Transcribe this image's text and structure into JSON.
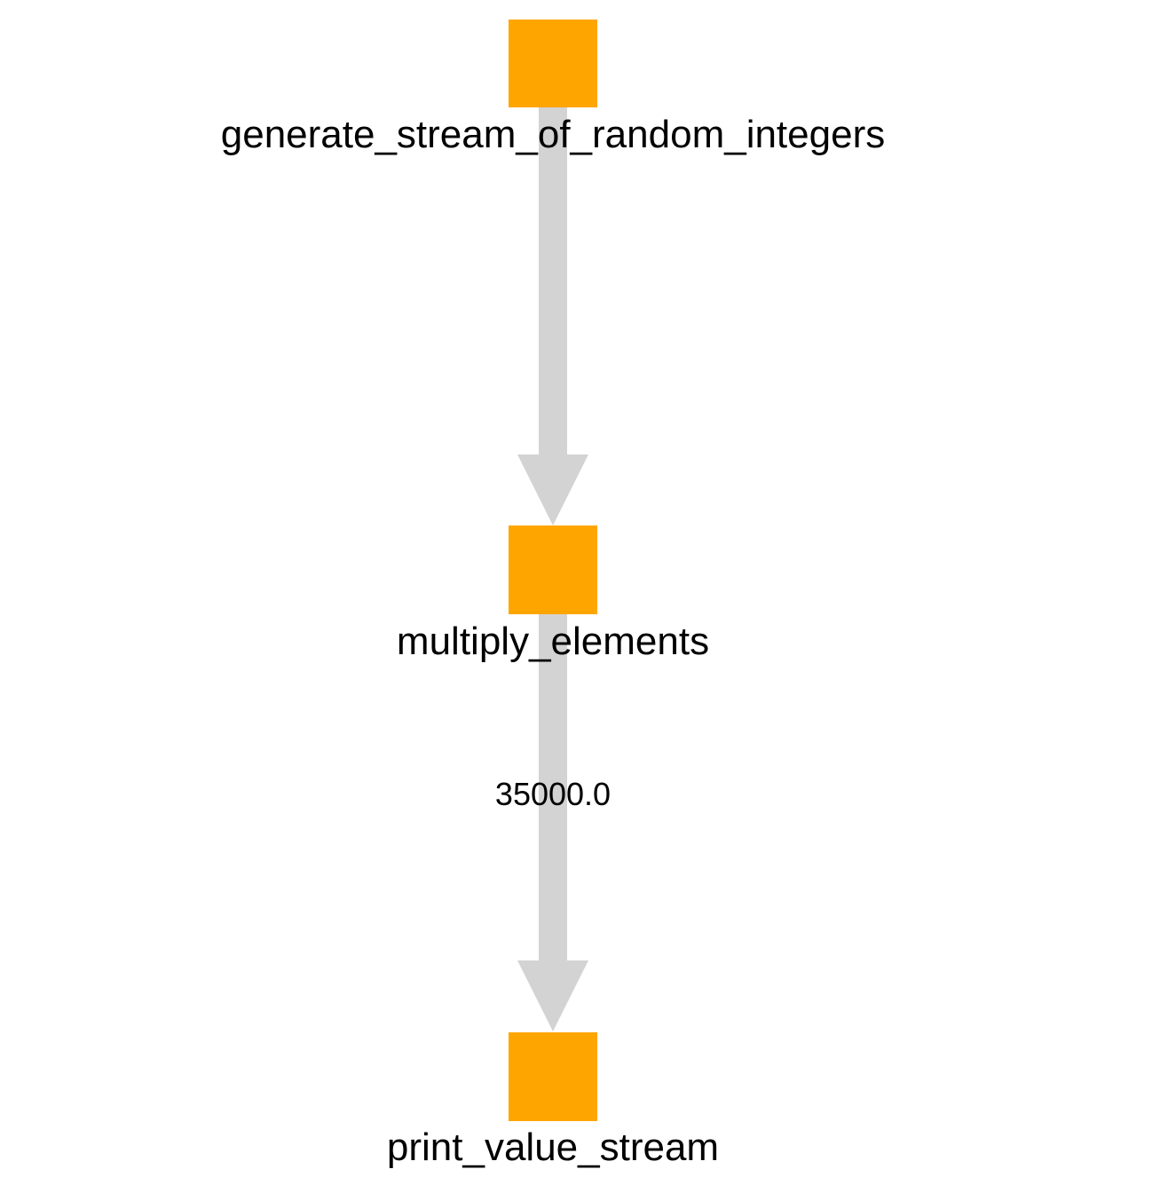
{
  "colors": {
    "node_fill": "#ffa500",
    "edge_color": "#d3d3d3",
    "text": "#000000",
    "background": "#ffffff"
  },
  "nodes": [
    {
      "id": "generate_stream_of_random_integers",
      "label": "generate_stream_of_random_integers"
    },
    {
      "id": "multiply_elements",
      "label": "multiply_elements"
    },
    {
      "id": "print_value_stream",
      "label": "print_value_stream"
    }
  ],
  "edges": [
    {
      "from": "generate_stream_of_random_integers",
      "to": "multiply_elements",
      "label": ""
    },
    {
      "from": "multiply_elements",
      "to": "print_value_stream",
      "label": "35000.0"
    }
  ]
}
